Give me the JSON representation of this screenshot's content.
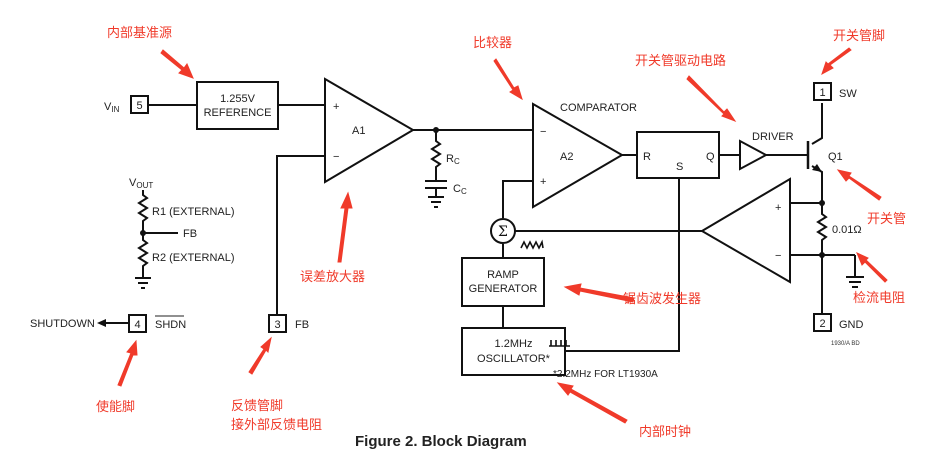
{
  "caption": "Figure 2. Block Diagram",
  "colors": {
    "annotation": "#f03a2a",
    "line": "#111111"
  },
  "pins": {
    "vin": {
      "number": "5",
      "label": "V",
      "label_sub": "IN"
    },
    "sw": {
      "number": "1",
      "label": "SW"
    },
    "gnd": {
      "number": "2",
      "label": "GND"
    },
    "fb": {
      "number": "3",
      "label": "FB"
    },
    "shdn": {
      "number": "4",
      "label": "SHDN",
      "signal": "SHUTDOWN"
    }
  },
  "blocks": {
    "reference": {
      "line1": "1.255V",
      "line2": "REFERENCE"
    },
    "a1": {
      "label": "A1",
      "plus": "+",
      "minus": "−"
    },
    "comparator": {
      "title": "COMPARATOR",
      "label": "A2",
      "plus": "+",
      "minus": "−"
    },
    "latch": {
      "r": "R",
      "s": "S",
      "q": "Q"
    },
    "driver": {
      "label": "DRIVER"
    },
    "transistor": {
      "label": "Q1"
    },
    "ramp": {
      "line1": "RAMP",
      "line2": "GENERATOR"
    },
    "oscillator": {
      "line1": "1.2MHz",
      "line2": "OSCILLATOR*"
    },
    "summer": {
      "symbol": "Σ"
    },
    "current_amp": {
      "plus": "+",
      "minus": "−"
    }
  },
  "components": {
    "rc": {
      "label": "R",
      "sub": "C"
    },
    "cc": {
      "label": "C",
      "sub": "C"
    },
    "sense_resistor": {
      "label": "0.01Ω"
    },
    "vout": {
      "label": "V",
      "sub": "OUT"
    },
    "r1": {
      "label": "R1 (EXTERNAL)"
    },
    "r2": {
      "label": "R2 (EXTERNAL)"
    },
    "fb_tap": {
      "label": "FB"
    }
  },
  "notes": {
    "oscillator_footnote": "*2.2MHz FOR LT1930A",
    "drawing_id": "1930/A BD"
  },
  "annotations": {
    "reference": "内部基准源",
    "comparator": "比较器",
    "driver": "开关管驱动电路",
    "sw_pin": "开关管脚",
    "transistor": "开关管",
    "error_amp": "误差放大器",
    "sense_resistor": "检流电阻",
    "ramp": "锯齿波发生器",
    "enable_pin": "使能脚",
    "fb_pin_line1": "反馈管脚",
    "fb_pin_line2": "接外部反馈电阻",
    "clock": "内部时钟"
  }
}
